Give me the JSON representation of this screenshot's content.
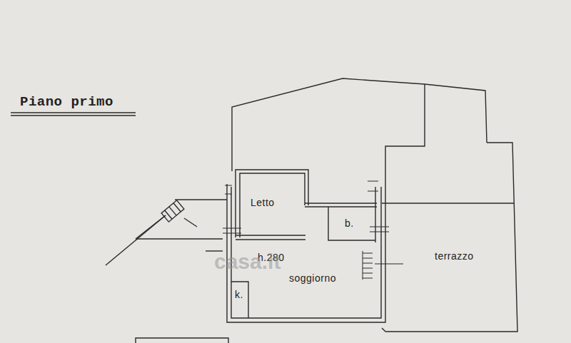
{
  "diagram": {
    "title": "Piano primo",
    "nodes": [
      {
        "text": [
          "Letto"
        ]
      },
      {
        "text": [
          "b."
        ]
      },
      {
        "text": [
          "h.280",
          "soggiorno"
        ]
      },
      {
        "text": [
          "k."
        ],
        "in": 2
      },
      {
        "text": [
          "terrazzo"
        ]
      }
    ],
    "labels": [
      "casa.it"
    ]
  }
}
